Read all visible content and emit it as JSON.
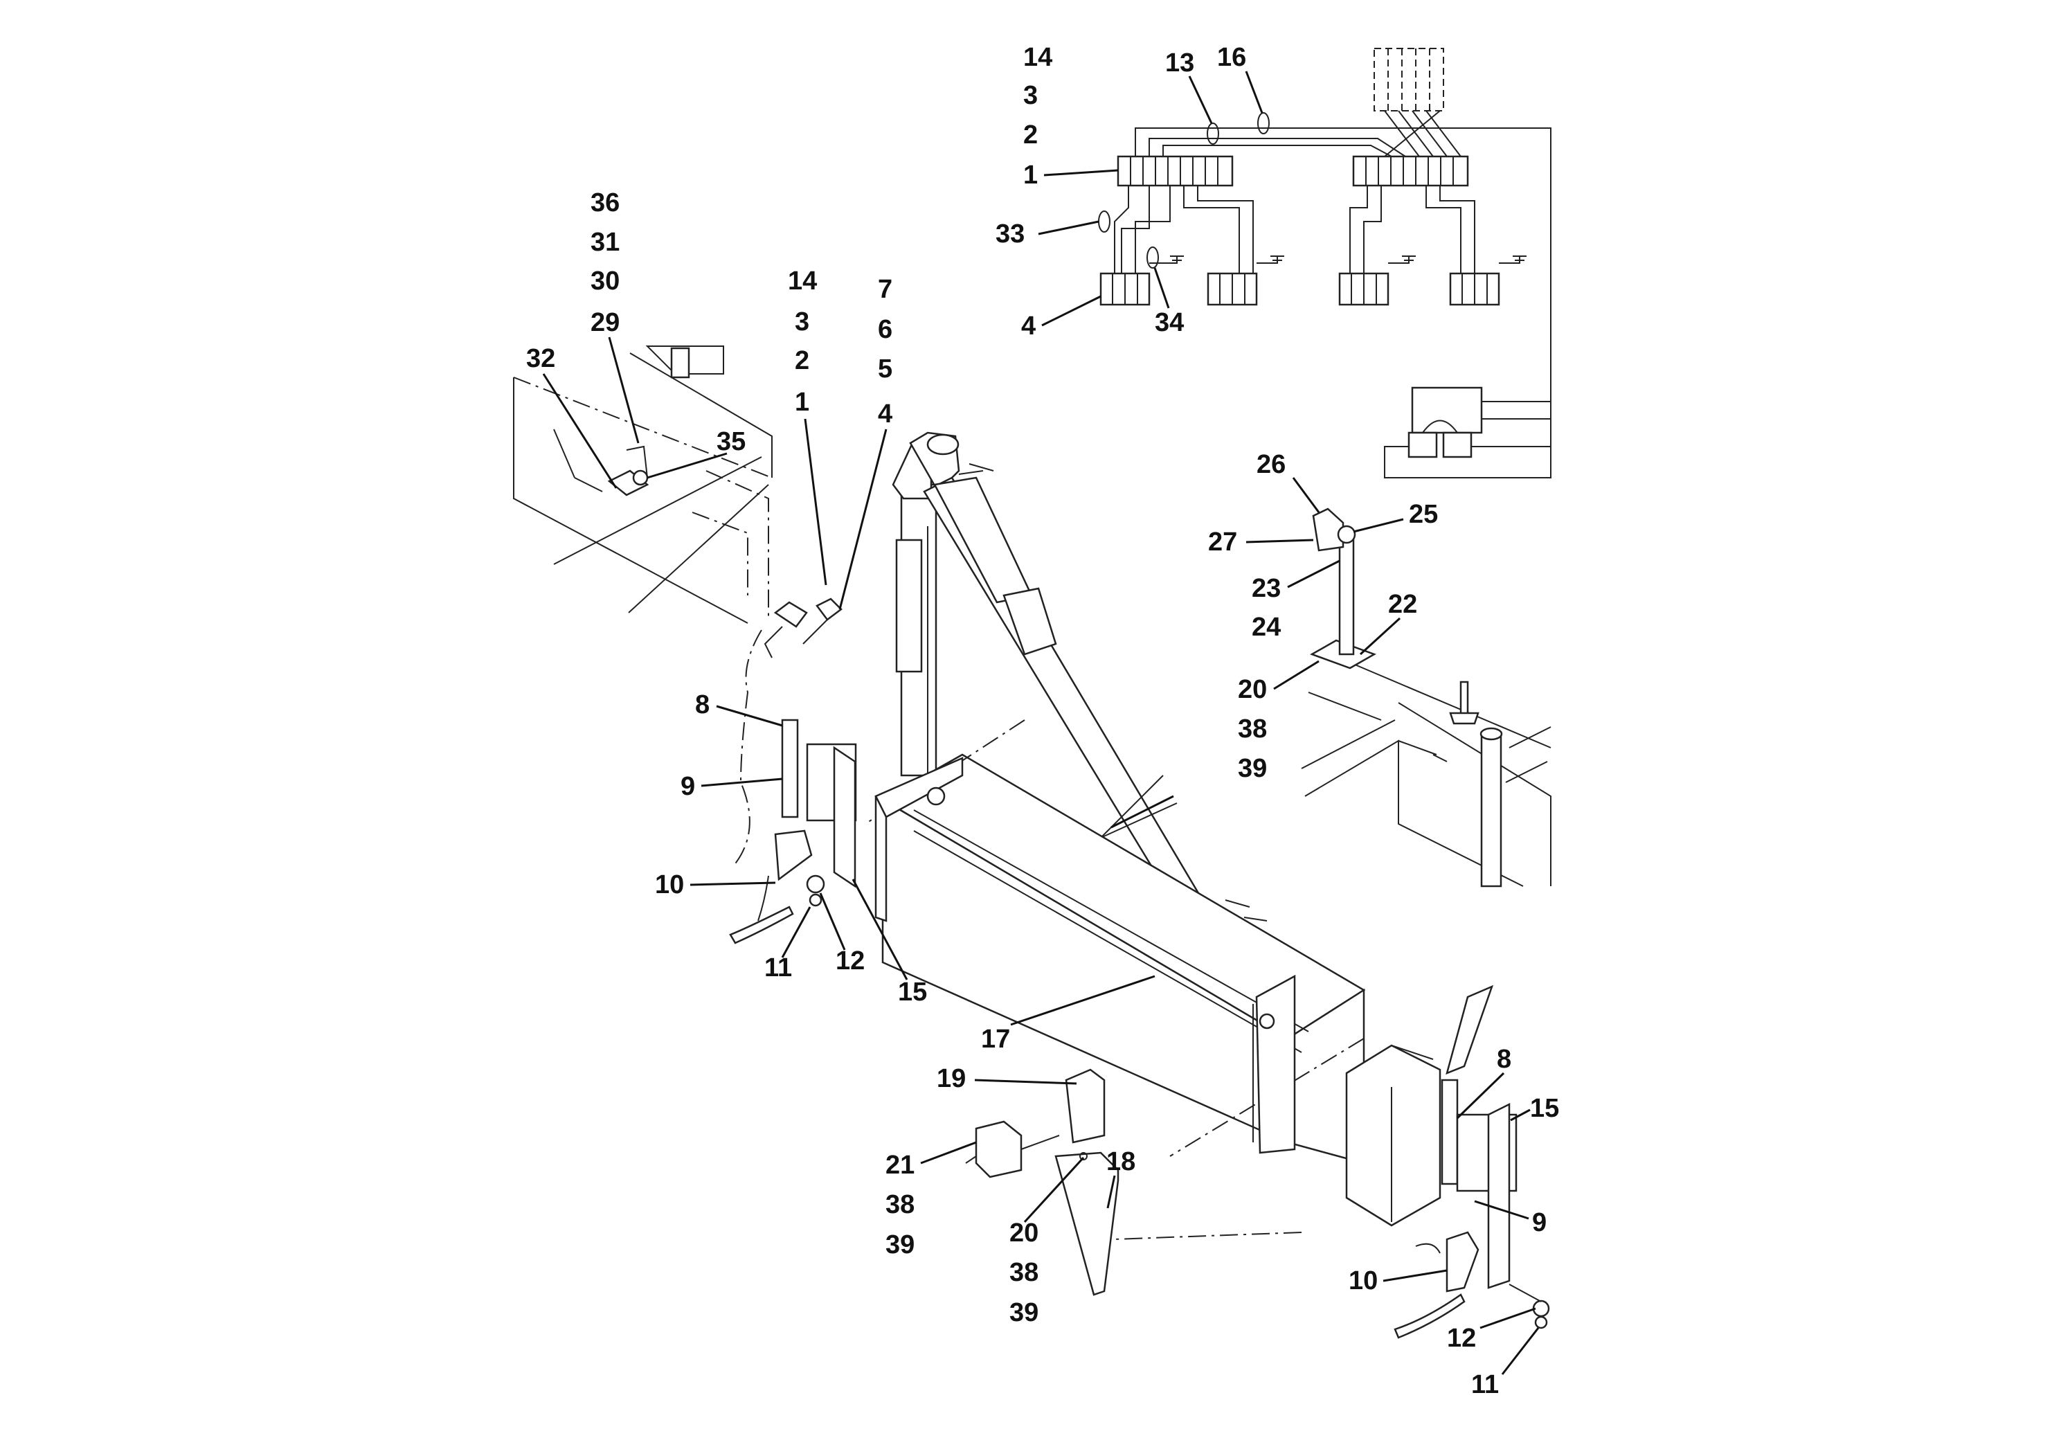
{
  "diagram": {
    "labels": {
      "wiring_stack": [
        "14",
        "3",
        "2",
        "1"
      ],
      "wiring_33": "33",
      "wiring_4": "4",
      "wiring_34": "34",
      "wiring_13": "13",
      "wiring_16": "16",
      "left_stack": [
        "36",
        "31",
        "30",
        "29"
      ],
      "left_32": "32",
      "left_35": "35",
      "mid_stack_a": [
        "14",
        "3",
        "2",
        "1"
      ],
      "mid_stack_b": [
        "7",
        "6",
        "5",
        "4"
      ],
      "arm_8": "8",
      "arm_9": "9",
      "arm_10": "10",
      "arm_11": "11",
      "arm_12": "12",
      "arm_15": "15",
      "beam_17": "17",
      "bracket_19": "19",
      "bracket_stack_21": [
        "21",
        "38",
        "39"
      ],
      "bracket_18": "18",
      "bracket_stack_20": [
        "20",
        "38",
        "39"
      ],
      "post_26": "26",
      "post_25": "25",
      "post_27": "27",
      "post_stack_23": [
        "23",
        "24"
      ],
      "post_22": "22",
      "post_stack_20": [
        "20",
        "38",
        "39"
      ],
      "detail_8": "8",
      "detail_15": "15",
      "detail_9": "9",
      "detail_10": "10",
      "detail_12": "12",
      "detail_11": "11"
    }
  }
}
